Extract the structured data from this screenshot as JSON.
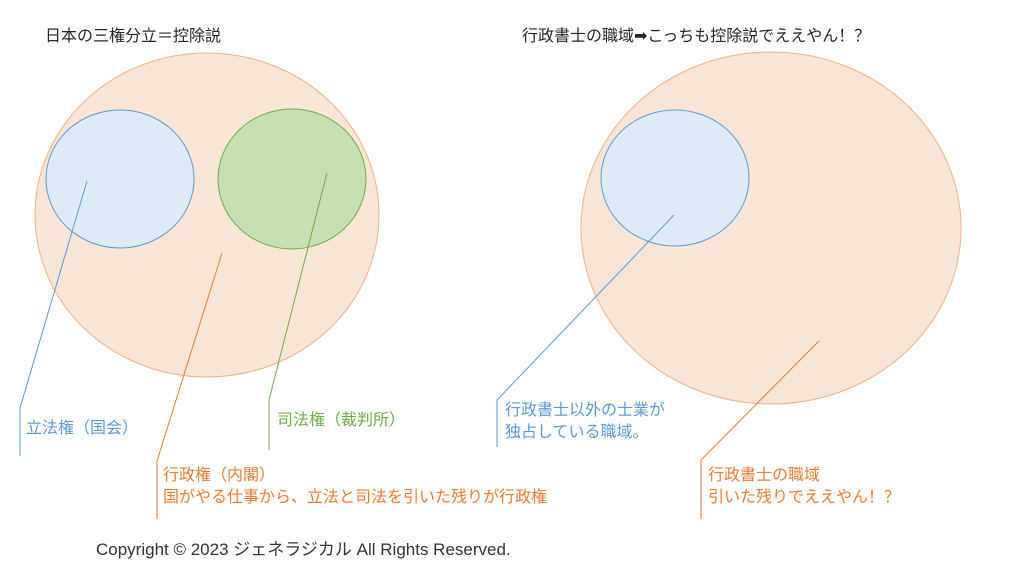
{
  "left": {
    "title": "日本の三権分立＝控除説",
    "legislative": "立法権（国会）",
    "judicial": "司法権（裁判所）",
    "executive_line1": "行政権（内閣）",
    "executive_line2": "国がやる仕事から、立法と司法を引いた残りが行政権"
  },
  "right": {
    "title": "行政書士の職域➡こっちも控除説でええやん！？",
    "other_line1": "行政書士以外の士業が",
    "other_line2": "独占している職域。",
    "gyosei_line1": "行政書士の職域",
    "gyosei_line2": "引いた残りでええやん！？"
  },
  "footer": {
    "copyright": "Copyright © 2023 ジェネラジカル All Rights Reserved."
  },
  "colors": {
    "orange_fill": "#fbe5d6",
    "orange_stroke": "#f4b183",
    "orange_text": "#ed7d31",
    "blue_fill": "#deebf7",
    "blue_stroke": "#5b9bd5",
    "green_fill": "#c5e0b4",
    "green_stroke": "#70ad47"
  }
}
